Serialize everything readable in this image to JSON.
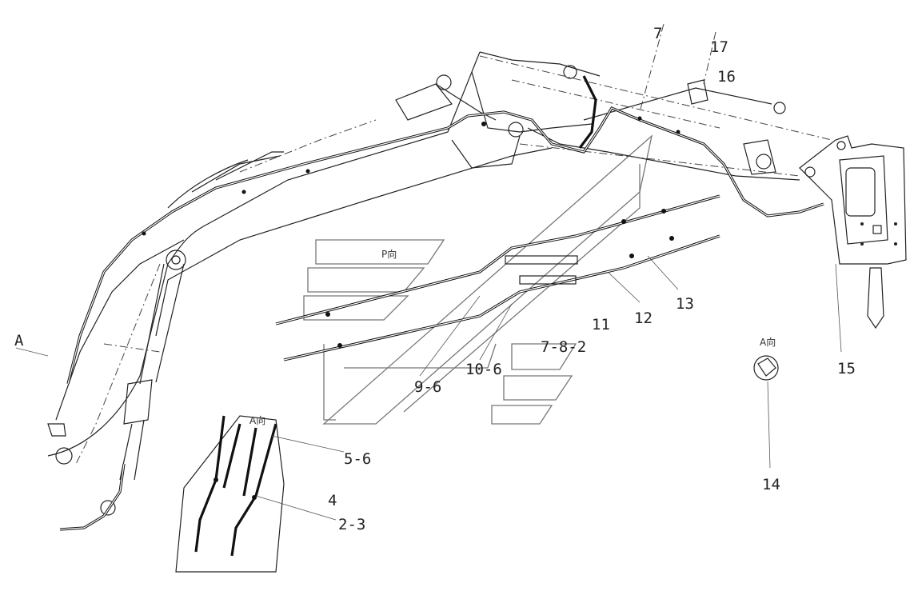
{
  "labels": {
    "view_arrow": "A",
    "view_a": "A向",
    "a_dir": "A向",
    "p_view": "P向",
    "l5_6": "5-6",
    "l4": "4",
    "l2_3": "2-3",
    "l9_6": "9-6",
    "l10_6": "10-6",
    "l7_8_2": "7-8-2",
    "l11": "11",
    "l12": "12",
    "l13": "13",
    "l14": "14",
    "l15": "15",
    "l16": "16",
    "l17": "17",
    "l7": "7"
  }
}
